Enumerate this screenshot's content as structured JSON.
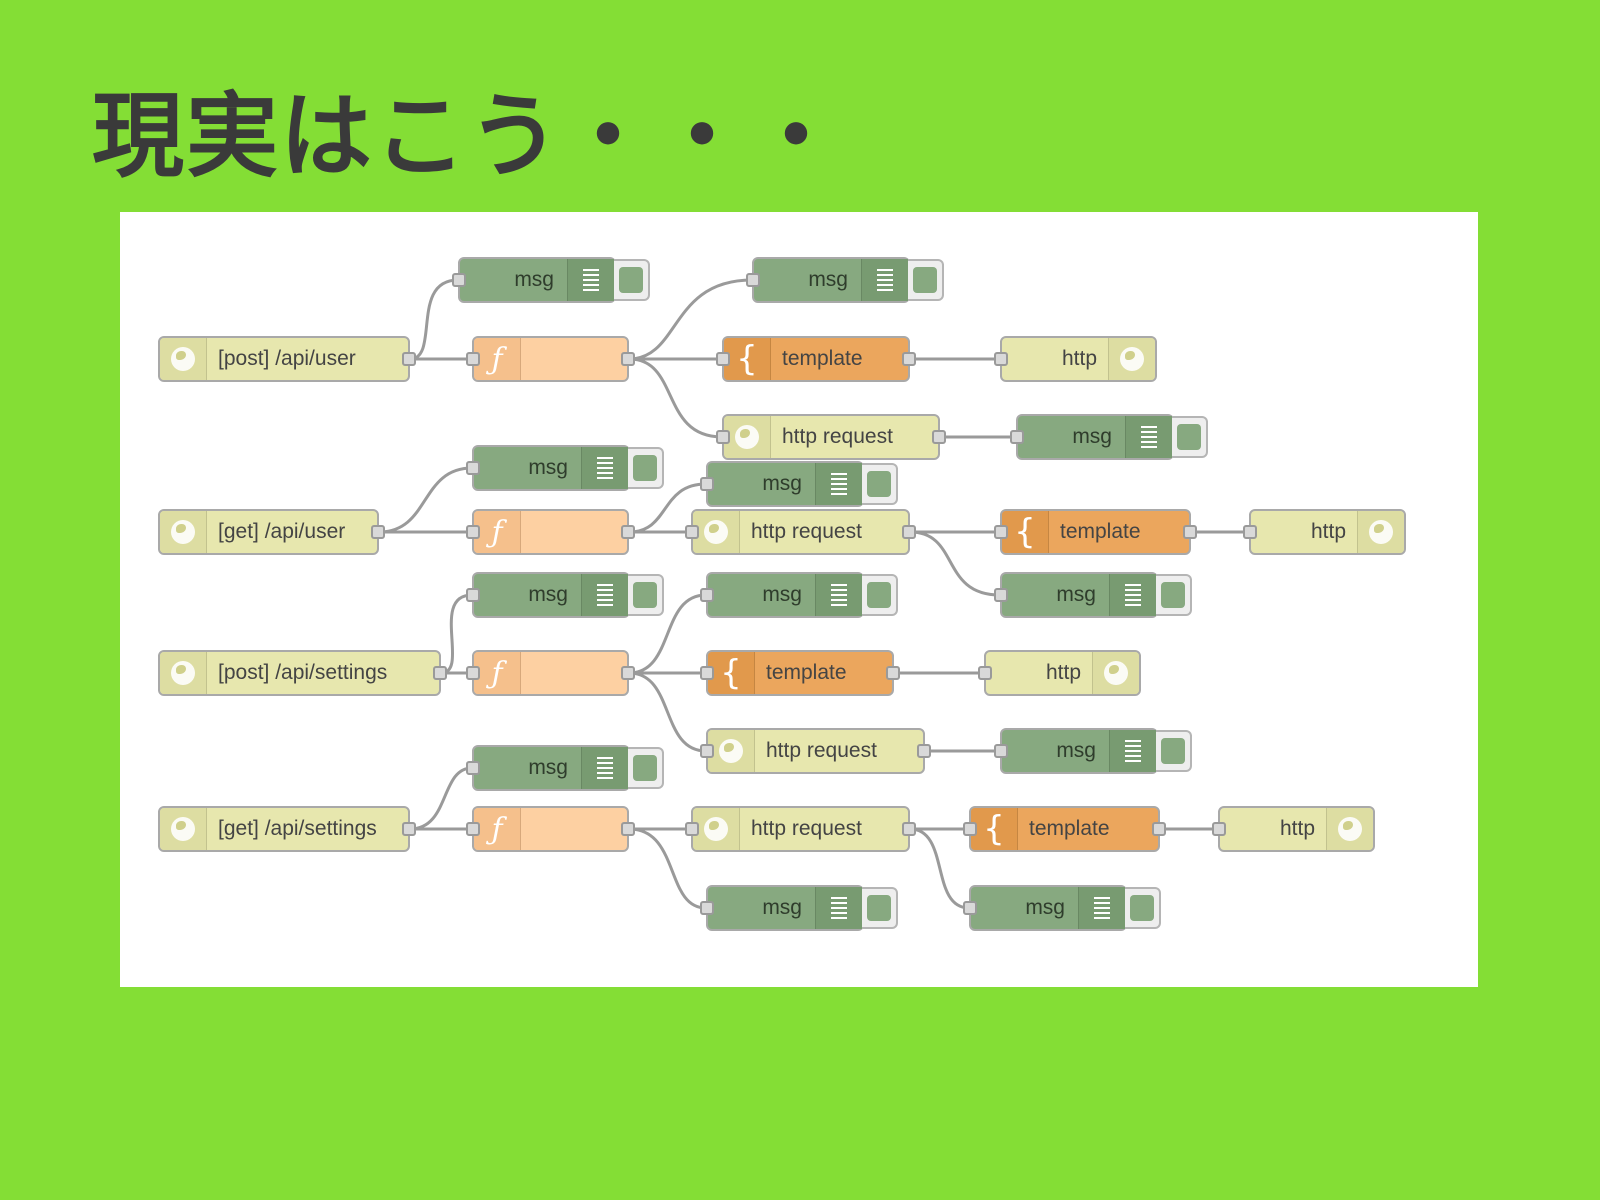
{
  "slide": {
    "title": "現実はこう・・・"
  },
  "flow": {
    "colors": {
      "background": "#84DE35",
      "http_node": "#E7E7AE",
      "function_node": "#FDD0A2",
      "template_node": "#EBA65D",
      "debug_node": "#87A980"
    },
    "rows": [
      {
        "http_in": "[post] /api/user",
        "debug_top": "msg",
        "debug_after_function": "msg",
        "template": "template",
        "http_out": "http",
        "http_request": "http request",
        "debug_after_request": "msg"
      },
      {
        "http_in": "[get] /api/user",
        "debug_top": "msg",
        "debug_after_function": "msg",
        "http_request": "http request",
        "template": "template",
        "http_out": "http",
        "debug_after_request": "msg"
      },
      {
        "http_in": "[post] /api/settings",
        "debug_top": "msg",
        "debug_after_function": "msg",
        "template": "template",
        "http_out": "http",
        "http_request": "http request",
        "debug_after_request": "msg"
      },
      {
        "http_in": "[get] /api/settings",
        "debug_top": "msg",
        "http_request": "http request",
        "template": "template",
        "http_out": "http",
        "debug_after_function": "msg",
        "debug_after_request": "msg"
      }
    ]
  }
}
